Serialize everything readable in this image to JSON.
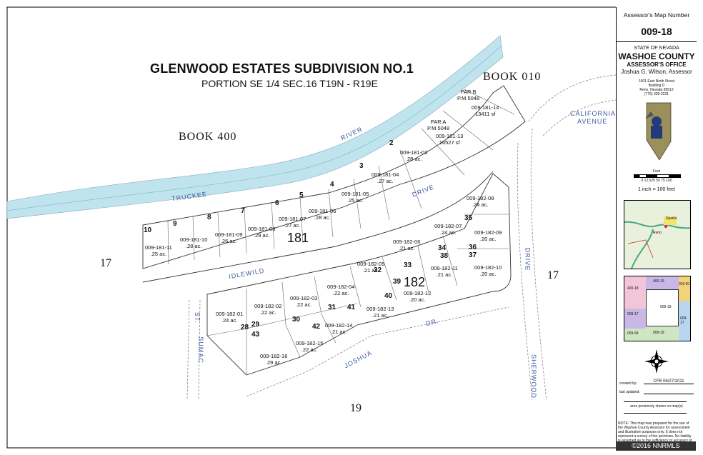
{
  "header": {
    "title": "GLENWOOD ESTATES SUBDIVISION NO.1",
    "subtitle": "PORTION SE 1/4 SEC.16  T19N - R19E"
  },
  "books": {
    "b400": "BOOK  400",
    "b010": "BOOK 010"
  },
  "sections": {
    "s17a": "17",
    "s17b": "17",
    "s19": "19"
  },
  "streets": {
    "truckee": "TRUCKEE",
    "river": "RIVER",
    "drive_top": "DRIVE",
    "idlewild": "IDLEWILD",
    "drive_right": "DRIVE",
    "sumac": "SUMAC",
    "st": "ST.",
    "joshua": "JOSHUA",
    "dr": "DR.",
    "sherwood": "SHERWOOD",
    "california": "CALIFORNIA",
    "avenue": "AVENUE"
  },
  "blocks": {
    "b181": "181",
    "b182": "182"
  },
  "parcels_181": [
    {
      "lot": "2",
      "apn": "009-181-03",
      "area": ".28 ac."
    },
    {
      "lot": "3",
      "apn": "",
      "area": ""
    },
    {
      "lot": "4",
      "apn": "009-181-04",
      "area": ".27 ac."
    },
    {
      "lot": "5",
      "apn": "009-181-05",
      "area": ".25 ac."
    },
    {
      "lot": "6",
      "apn": "009-181-06",
      "area": ".28 ac."
    },
    {
      "lot": "7",
      "apn": "009-181-07",
      "area": ".27 ac."
    },
    {
      "lot": "8",
      "apn": "009-181-08",
      "area": ".29 ac."
    },
    {
      "lot": "9",
      "apn": "009-181-09",
      "area": ".26 ac."
    },
    {
      "lot": "10",
      "apn": "009-181-10",
      "area": ".28 ac."
    },
    {
      "lot": "",
      "apn": "009-181-11",
      "area": ".25 ac."
    },
    {
      "lot": "",
      "apn": "009-181-13",
      "area": "16527 sf",
      "par": "PAR A",
      "pm": "P.M.5048"
    },
    {
      "lot": "",
      "apn": "009-181-14",
      "area": "13411 sf",
      "par": "PAR B",
      "pm": "P.M.5048"
    }
  ],
  "parcels_182": [
    {
      "lot": "",
      "apn": "009-182-01",
      "area": ".24 ac."
    },
    {
      "lot": "",
      "apn": "009-182-02",
      "area": ".22 ac."
    },
    {
      "lot": "",
      "apn": "009-182-03",
      "area": ".22 ac."
    },
    {
      "lot": "",
      "apn": "009-182-04",
      "area": ".22 ac."
    },
    {
      "lot": "",
      "apn": "009-182-05",
      "area": ".21 ac."
    },
    {
      "lot": "",
      "apn": "009-182-06",
      "area": ".21 ac."
    },
    {
      "lot": "",
      "apn": "009-182-07",
      "area": ".24 ac."
    },
    {
      "lot": "",
      "apn": "009-182-08",
      "area": ".24 ac."
    },
    {
      "lot": "",
      "apn": "009-182-09",
      "area": ".20 ac."
    },
    {
      "lot": "",
      "apn": "009-182-10",
      "area": ".20 ac."
    },
    {
      "lot": "",
      "apn": "009-182-11",
      "area": ".21 ac."
    },
    {
      "lot": "",
      "apn": "009-182-12",
      "area": ".20 ac."
    },
    {
      "lot": "",
      "apn": "009-182-13",
      "area": ".21 ac."
    },
    {
      "lot": "",
      "apn": "009-182-14",
      "area": ".21 ac."
    },
    {
      "lot": "",
      "apn": "009-182-15",
      "area": ".22 ac."
    },
    {
      "lot": "",
      "apn": "009-182-16",
      "area": ".29 ac."
    }
  ],
  "lots_182": [
    "28",
    "29",
    "30",
    "31",
    "32",
    "33",
    "34",
    "35",
    "36",
    "37",
    "38",
    "39",
    "40",
    "41",
    "42",
    "43"
  ],
  "panel": {
    "map_number_label": "Assessor's Map Number",
    "map_number": "009-18",
    "state": "STATE OF NEVADA",
    "county": "WASHOE COUNTY",
    "office": "ASSESSOR'S OFFICE",
    "assessor": "Joshua G. Wilson, Assessor",
    "addr1": "1001 East Ninth Street",
    "addr2": "Building D",
    "addr3": "Reno, Nevada  89512",
    "phone": "(775) 328-2231",
    "scale_feet": "Feet",
    "scale_ticks": "0 12.525   50    75    100",
    "scale_text": "1 inch = 100 feet",
    "inset_labels": [
      "400-19",
      "010-81",
      "400-18",
      "009-17",
      "009-18",
      "009-17",
      "009-68",
      "009-19"
    ],
    "inset_city": "Sparks",
    "inset_city2": "Reno",
    "created_by_label": "created by:",
    "created_by": "CFB 06/27/2011",
    "last_updated_label": "last updated:",
    "prev_label": "area previously shown on map(s)",
    "note": "NOTE: This map was prepared for the use of the Washoe County Assessor for assessment and illustrative purposes only. It does not represent a survey of the premises. No liability is assumed as to the sufficiency or accuracy of the data delineated hereo",
    "copyright": "©2016 NNRMLS"
  },
  "colors": {
    "river": "#bfe4ee",
    "street_label": "#3a5aa0",
    "lot_line": "#7a7a7a"
  }
}
